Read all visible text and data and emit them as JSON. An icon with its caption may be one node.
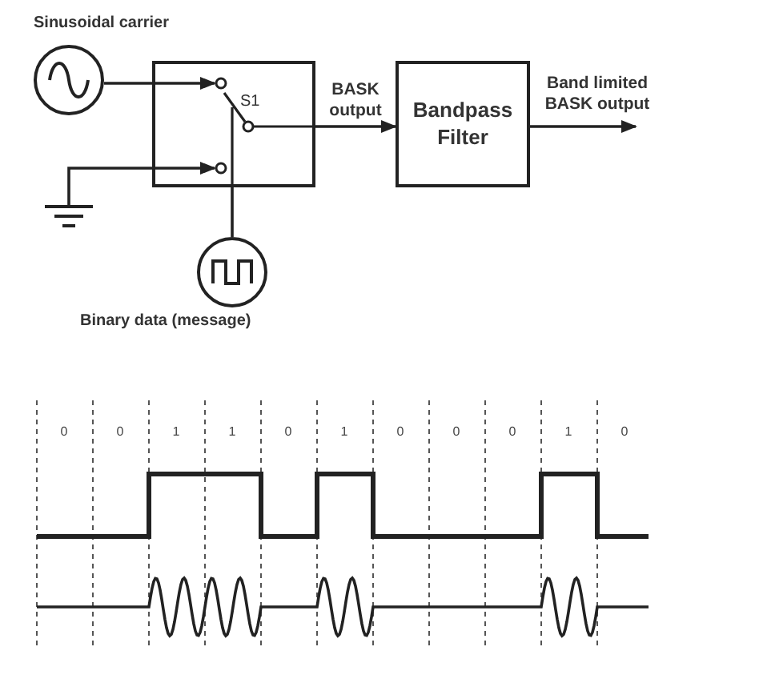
{
  "diagram": {
    "nodes": [
      {
        "text": [
          "Sinusoidal carrier"
        ]
      },
      {
        "text": [
          "S1"
        ]
      },
      {
        "text": [],
        "shape": "ground"
      },
      {
        "text": [
          "Binary data (message)"
        ]
      },
      {
        "text": [
          "Bandpass Filter"
        ]
      }
    ],
    "edges": [
      {
        "from": 0,
        "to": 1,
        "arrow": "to"
      },
      {
        "from": 2,
        "to": 1,
        "arrow": "to"
      },
      {
        "from": 3,
        "to": 1,
        "arrow": "none"
      },
      {
        "from": 1,
        "to": 4,
        "arrow": "to",
        "label": "BASK output"
      },
      {
        "from": 4,
        "to": null,
        "arrow": "to",
        "label": "Band limited BASK output"
      }
    ],
    "labels": [
      "0",
      "0",
      "1",
      "1",
      "0",
      "1",
      "0",
      "0",
      "0",
      "1",
      "0"
    ]
  }
}
